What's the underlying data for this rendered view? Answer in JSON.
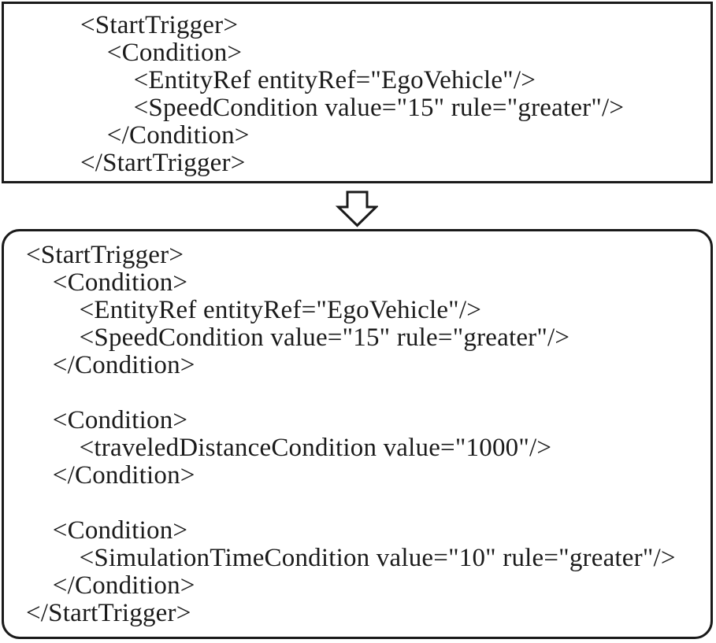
{
  "page": {
    "background_color": "#ffffff",
    "text_color": "#1b1b1b",
    "border_color": "#1a1a1a"
  },
  "before_box": {
    "lines": [
      "<StartTrigger>",
      "    <Condition>",
      "        <EntityRef entityRef=\"EgoVehicle\"/>",
      "        <SpeedCondition value=\"15\" rule=\"greater\"/>",
      "    </Condition>",
      "</StartTrigger>"
    ]
  },
  "arrow": {
    "icon": "down-arrow",
    "direction": "down"
  },
  "after_box": {
    "lines": [
      "<StartTrigger>",
      "    <Condition>",
      "        <EntityRef entityRef=\"EgoVehicle\"/>",
      "        <SpeedCondition value=\"15\" rule=\"greater\"/>",
      "    </Condition>",
      "",
      "    <Condition>",
      "        <traveledDistanceCondition value=\"1000\"/>",
      "    </Condition>",
      "",
      "    <Condition>",
      "        <SimulationTimeCondition value=\"10\" rule=\"greater\"/>",
      "    </Condition>",
      "</StartTrigger>"
    ]
  }
}
